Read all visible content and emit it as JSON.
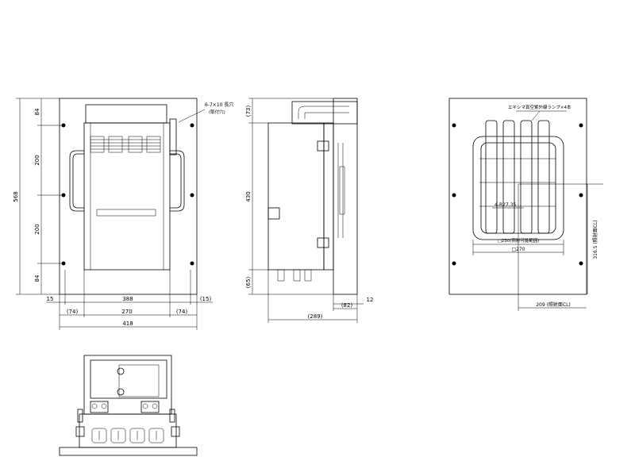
{
  "front_view": {
    "dims_vertical": [
      "84",
      "200",
      "200",
      "84"
    ],
    "dim_total_height": "568",
    "dims_bottom_row1": [
      "15",
      "388",
      "(15)"
    ],
    "dims_bottom_row2": [
      "(74)",
      "270",
      "(74)"
    ],
    "dim_total_width": "418",
    "hole_note": "6-7×10 長穴",
    "hole_note_sub": "(取付穴)"
  },
  "side_view": {
    "dims_vertical": [
      "(73)",
      "430",
      "(65)"
    ],
    "dim_12": "12",
    "dim_82": "(82)",
    "dim_289": "(289)"
  },
  "rear_view": {
    "lamp_note": "エキシマ真空紫外線ランプ×4本",
    "radius_note": "4-R27.35",
    "dim_230": "□230(照射可能範囲)",
    "dim_270": "□270",
    "dim_316": "316.5 (照射面CL)",
    "dim_209": "209 (照射面CL)"
  }
}
